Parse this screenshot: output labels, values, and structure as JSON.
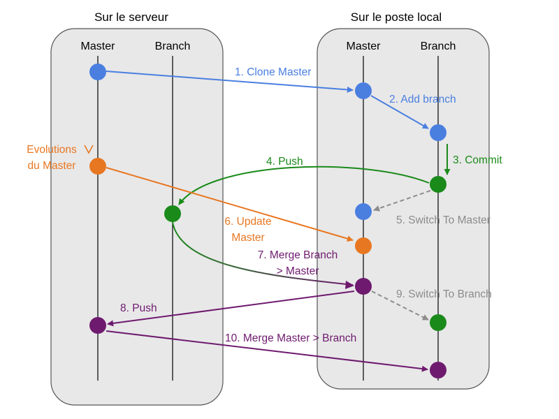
{
  "titles": {
    "server": "Sur le serveur",
    "local": "Sur le poste local"
  },
  "columns": {
    "server_master": "Master",
    "server_branch": "Branch",
    "local_master": "Master",
    "local_branch": "Branch"
  },
  "colors": {
    "blue": "#4a7fe0",
    "orange": "#e87722",
    "green": "#1a8a1a",
    "purple": "#6e1a6e",
    "gray": "#8c8c8c",
    "dashed_blue": "#2a3fc0",
    "panel_fill": "#e8e8e8",
    "panel_stroke": "#555555"
  },
  "steps": {
    "s1": "1. Clone Master",
    "s2": "2. Add branch",
    "s3": "3. Commit",
    "s4": "4. Push",
    "s5": "5. Switch To Master",
    "s6_line1": "6. Update",
    "s6_line2": "Master",
    "s7_line1": "7. Merge Branch",
    "s7_line2": "> Master",
    "s8": "8. Push",
    "s9": "9. Switch To Branch",
    "s10": "10. Merge Master > Branch"
  },
  "annotations": {
    "evolutions_line1": "Evolutions",
    "evolutions_line2": "du Master"
  }
}
